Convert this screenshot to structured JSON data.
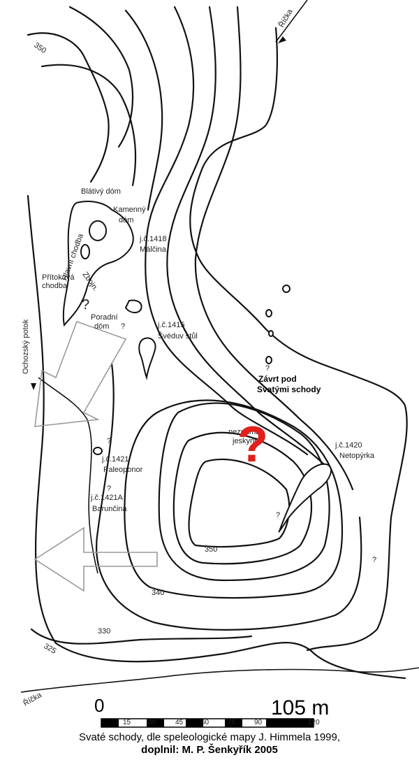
{
  "map": {
    "contour_labels": [
      "350",
      "350",
      "340",
      "330",
      "325"
    ],
    "rivers": {
      "top": "Říčka",
      "bottom": "Říčka",
      "creek": "Ochozský potok"
    },
    "places": {
      "blativy": "Blátivý dóm",
      "kamenny": [
        "Kamenný",
        "dóm"
      ],
      "malcina": [
        "j.č.1418",
        "Málčina"
      ],
      "hlavni": "Hlavní chodba",
      "pritokova": [
        "Přítoková",
        "chodba"
      ],
      "zboj": "Zbojn.",
      "poradni": [
        "Poradní",
        "dóm"
      ],
      "svedu": [
        "j.č.1415",
        "Švéduv stůl"
      ],
      "zavrt": [
        "Závrt pod",
        "Svatými schody"
      ],
      "neznama": [
        "neznámá",
        "jeskyně"
      ],
      "netopyrka": [
        "j.č.1420",
        "Netopýrka"
      ],
      "paleo": [
        "j.č.1421",
        "Paleoponor"
      ],
      "barun": [
        "j.č.1421A",
        "Barunčina"
      ]
    },
    "question_marks": [
      "?",
      "?",
      "?",
      "?",
      "?",
      "?",
      "?"
    ],
    "big_question": "?",
    "highlight_color": "#e0201c",
    "scale": {
      "zero": "0",
      "end": "105 m",
      "ticks": [
        "15",
        "30",
        "45",
        "60",
        "75",
        "90",
        "120"
      ]
    }
  },
  "caption": {
    "line1": "Svaté schody, dle speleologické mapy J. Himmela 1999,",
    "line2": "doplnil: M. P. Šenkyřík 2005"
  }
}
